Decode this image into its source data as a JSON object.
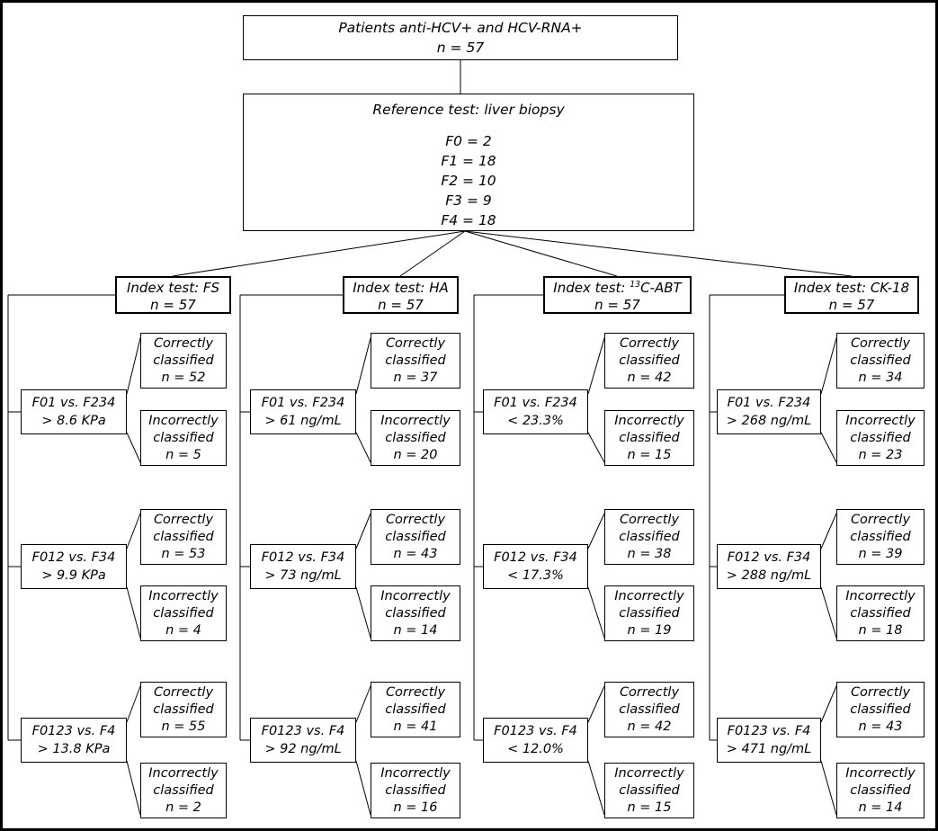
{
  "top_box": {
    "line1": "Patients anti-HCV+ and HCV-RNA+",
    "line2": "n = 57"
  },
  "reference_box": {
    "title": "Reference test: liver biopsy",
    "stages": [
      "F0 = 2",
      "F1 = 18",
      "F2 = 10",
      "F3 = 9",
      "F4 = 18"
    ]
  },
  "outcome": {
    "correct": [
      "Correctly",
      "classified"
    ],
    "incorrect": [
      "Incorrectly",
      "classified"
    ]
  },
  "columns": [
    {
      "header_pre": "Index test: FS",
      "header_sup": "",
      "header_post": "",
      "n": "n = 57",
      "rows": [
        {
          "comparison": "F01 vs. F234",
          "threshold": "> 8.6 KPa",
          "correct_n": "n = 52",
          "incorrect_n": "n = 5"
        },
        {
          "comparison": "F012 vs. F34",
          "threshold": "> 9.9 KPa",
          "correct_n": "n = 53",
          "incorrect_n": "n = 4"
        },
        {
          "comparison": "F0123 vs. F4",
          "threshold": "> 13.8 KPa",
          "correct_n": "n = 55",
          "incorrect_n": "n = 2"
        }
      ]
    },
    {
      "header_pre": "Index test: HA",
      "header_sup": "",
      "header_post": "",
      "n": "n = 57",
      "rows": [
        {
          "comparison": "F01 vs. F234",
          "threshold": "> 61 ng/mL",
          "correct_n": "n = 37",
          "incorrect_n": "n = 20"
        },
        {
          "comparison": "F012 vs. F34",
          "threshold": "> 73 ng/mL",
          "correct_n": "n = 43",
          "incorrect_n": "n = 14"
        },
        {
          "comparison": "F0123 vs. F4",
          "threshold": "> 92 ng/mL",
          "correct_n": "n = 41",
          "incorrect_n": "n = 16"
        }
      ]
    },
    {
      "header_pre": "Index test: ",
      "header_sup": "13",
      "header_post": "C-ABT",
      "n": "n = 57",
      "rows": [
        {
          "comparison": "F01 vs. F234",
          "threshold": "< 23.3%",
          "correct_n": "n = 42",
          "incorrect_n": "n = 15"
        },
        {
          "comparison": "F012 vs. F34",
          "threshold": "< 17.3%",
          "correct_n": "n = 38",
          "incorrect_n": "n = 19"
        },
        {
          "comparison": "F0123 vs. F4",
          "threshold": "< 12.0%",
          "correct_n": "n = 42",
          "incorrect_n": "n = 15"
        }
      ]
    },
    {
      "header_pre": "Index test: CK-18",
      "header_sup": "",
      "header_post": "",
      "n": "n = 57",
      "rows": [
        {
          "comparison": "F01 vs. F234",
          "threshold": "> 268 ng/mL",
          "correct_n": "n = 34",
          "incorrect_n": "n = 23"
        },
        {
          "comparison": "F012 vs. F34",
          "threshold": "> 288 ng/mL",
          "correct_n": "n = 39",
          "incorrect_n": "n = 18"
        },
        {
          "comparison": "F0123 vs. F4",
          "threshold": "> 471 ng/mL",
          "correct_n": "n = 43",
          "incorrect_n": "n = 14"
        }
      ]
    }
  ],
  "colors": {
    "line": "#000000",
    "background": "#ffffff",
    "text": "#000000"
  }
}
